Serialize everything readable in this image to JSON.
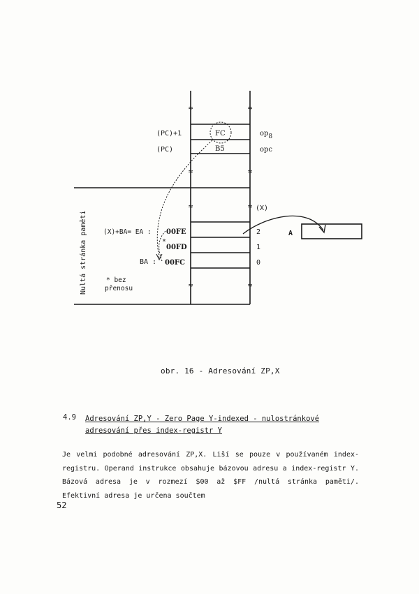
{
  "figure": {
    "labels": {
      "pc_plus_1": "(PC)+1",
      "pc": "(PC)",
      "cell_fc": "FC",
      "cell_b5": "B5",
      "op": "op",
      "op_sub": "8",
      "opc": "opc",
      "x_label": "(X)",
      "zero_page": "Nultá stránka paměti",
      "xba_ea": "(X)+BA= EA :",
      "addr_00fe": "00FE",
      "addr_00fd": "00FD",
      "addr_00fc": "00FC",
      "ba": "BA :",
      "star": "*",
      "idx_2": "2",
      "idx_1": "1",
      "idx_0": "0",
      "reg_a": "A",
      "note_star": "* bez",
      "note_line2": "přenosu",
      "break_mark": "≈"
    }
  },
  "caption": "obr. 16 - Adresování ZP,X",
  "section": {
    "number": "4.9",
    "title_line1": "Adresování ZP,Y - Zero Page Y-indexed - nulostránkové",
    "title_line2": "adresování přes index-registr Y"
  },
  "body_text": "Je velmi podobné adresování ZP,X. Liší se pouze v používaném index-registru. Operand instrukce obsahuje bázovou adresu a index-registr Y. Bázová adresa je v rozmezí $00 až $FF /nultá stránka paměti/. Efektivní adresa je určena součtem",
  "page_number": "52"
}
